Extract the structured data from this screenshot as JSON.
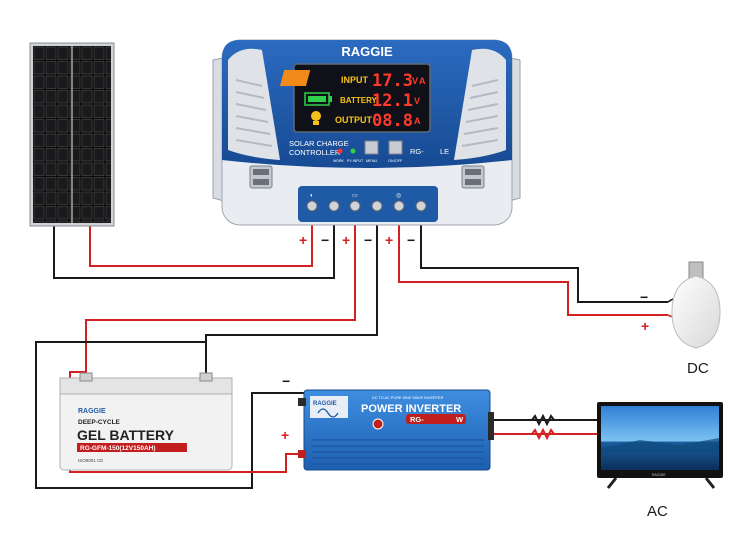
{
  "controller": {
    "brand": "RAGGIE",
    "title_line1": "SOLAR CHARGE",
    "title_line2": "CONTROLLER",
    "model": "RG-",
    "model_suffix": "LE",
    "lcd": {
      "input_label": "INPUT",
      "input_value": "17.3",
      "input_unit": "A",
      "input_v": "V",
      "battery_label": "BATTERY",
      "battery_value": "12.1",
      "battery_unit": "V",
      "output_label": "OUTPUT",
      "output_value": "08.8",
      "output_unit": "A"
    },
    "work_label": "WORK",
    "pv_input_label": "PV INPUT",
    "menu_label": "MENU",
    "onoff_label": "ON/OFF"
  },
  "battery": {
    "brand": "RAGGIE",
    "line1": "DEEP-CYCLE",
    "line2": "GEL BATTERY",
    "model": "RG-GFM-150(12V150AH)",
    "cert": "ISO9001 CE"
  },
  "inverter": {
    "brand": "RAGGIE",
    "title": "POWER INVERTER",
    "subtitle": "DC TO AC PURE SINE WAVE INVERTER",
    "model": "RG-",
    "model_suffix": "W"
  },
  "tv": {
    "brand": "RAGGIE"
  },
  "labels": {
    "dc": "DC",
    "ac": "AC",
    "plus": "+",
    "minus": "−"
  },
  "colors": {
    "controller_blue": "#1f5aa6",
    "wire_red": "#d42020",
    "wire_black": "#1a1a1a",
    "inverter_blue": "#2a74c9",
    "lcd_bg": "#101018"
  }
}
